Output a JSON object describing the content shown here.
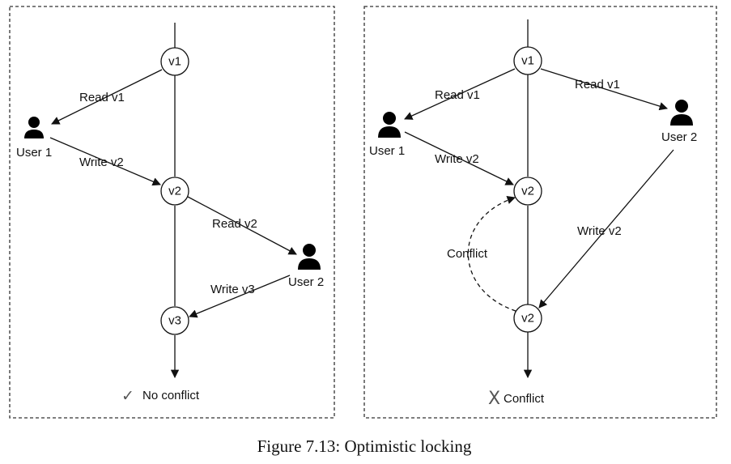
{
  "left": {
    "nodes": {
      "v1": "v1",
      "v2": "v2",
      "v3": "v3"
    },
    "users": {
      "user1": "User 1",
      "user2": "User 2"
    },
    "edges": {
      "read_v1": "Read v1",
      "write_v2": "Write v2",
      "read_v2": "Read v2",
      "write_v3": "Write v3"
    },
    "result": {
      "mark": "✓",
      "text": "No conflict"
    }
  },
  "right": {
    "nodes": {
      "v1": "v1",
      "v2_top": "v2",
      "v2_bottom": "v2"
    },
    "users": {
      "user1": "User 1",
      "user2": "User 2"
    },
    "edges": {
      "read_v1_user1": "Read v1",
      "read_v1_user2": "Read v1",
      "write_v2_user1": "Write v2",
      "write_v2_user2": "Write v2",
      "conflict": "Conflict"
    },
    "result": {
      "mark": "X",
      "text": "Conflict"
    }
  },
  "caption": "Figure 7.13: Optimistic locking"
}
